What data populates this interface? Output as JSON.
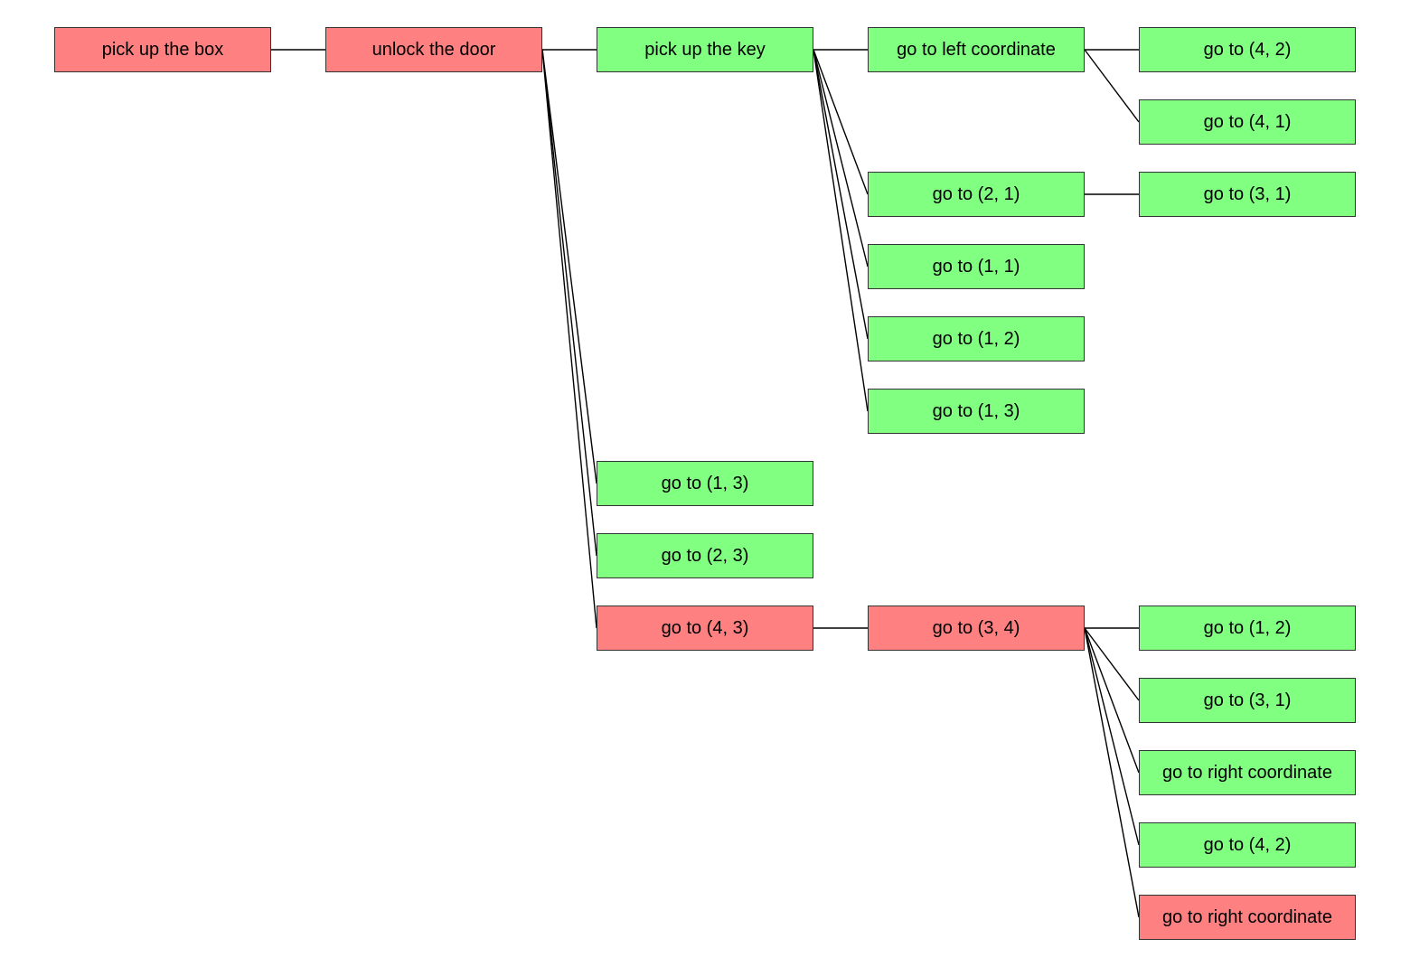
{
  "colors": {
    "success": "#80ff80",
    "failure": "#ff8080",
    "edge": "#000000"
  },
  "nodes": [
    {
      "id": "n0",
      "label": "pick up the box",
      "status": "failure",
      "parent": null
    },
    {
      "id": "n1",
      "label": "unlock the door",
      "status": "failure",
      "parent": "n0"
    },
    {
      "id": "n2",
      "label": "pick up the key",
      "status": "success",
      "parent": "n1"
    },
    {
      "id": "n3",
      "label": "go to left coordinate",
      "status": "success",
      "parent": "n2"
    },
    {
      "id": "n4",
      "label": "go to (4, 2)",
      "status": "success",
      "parent": "n3"
    },
    {
      "id": "n5",
      "label": "go to (4, 1)",
      "status": "success",
      "parent": "n3"
    },
    {
      "id": "n6",
      "label": "go to (2, 1)",
      "status": "success",
      "parent": "n2"
    },
    {
      "id": "n7",
      "label": "go to (3, 1)",
      "status": "success",
      "parent": "n6"
    },
    {
      "id": "n8",
      "label": "go to (1, 1)",
      "status": "success",
      "parent": "n2"
    },
    {
      "id": "n9",
      "label": "go to (1, 2)",
      "status": "success",
      "parent": "n2"
    },
    {
      "id": "n10",
      "label": "go to (1, 3)",
      "status": "success",
      "parent": "n2"
    },
    {
      "id": "n11",
      "label": "go to (1, 3)",
      "status": "success",
      "parent": "n1"
    },
    {
      "id": "n12",
      "label": "go to (2, 3)",
      "status": "success",
      "parent": "n1"
    },
    {
      "id": "n13",
      "label": "go to (4, 3)",
      "status": "failure",
      "parent": "n1"
    },
    {
      "id": "n14",
      "label": "go to (3, 4)",
      "status": "failure",
      "parent": "n13"
    },
    {
      "id": "n15",
      "label": "go to (1, 2)",
      "status": "success",
      "parent": "n14"
    },
    {
      "id": "n16",
      "label": "go to (3, 1)",
      "status": "success",
      "parent": "n14"
    },
    {
      "id": "n17",
      "label": "go to right coordinate",
      "status": "success",
      "parent": "n14"
    },
    {
      "id": "n18",
      "label": "go to (4, 2)",
      "status": "success",
      "parent": "n14"
    },
    {
      "id": "n19",
      "label": "go to right coordinate",
      "status": "failure",
      "parent": "n14"
    }
  ]
}
